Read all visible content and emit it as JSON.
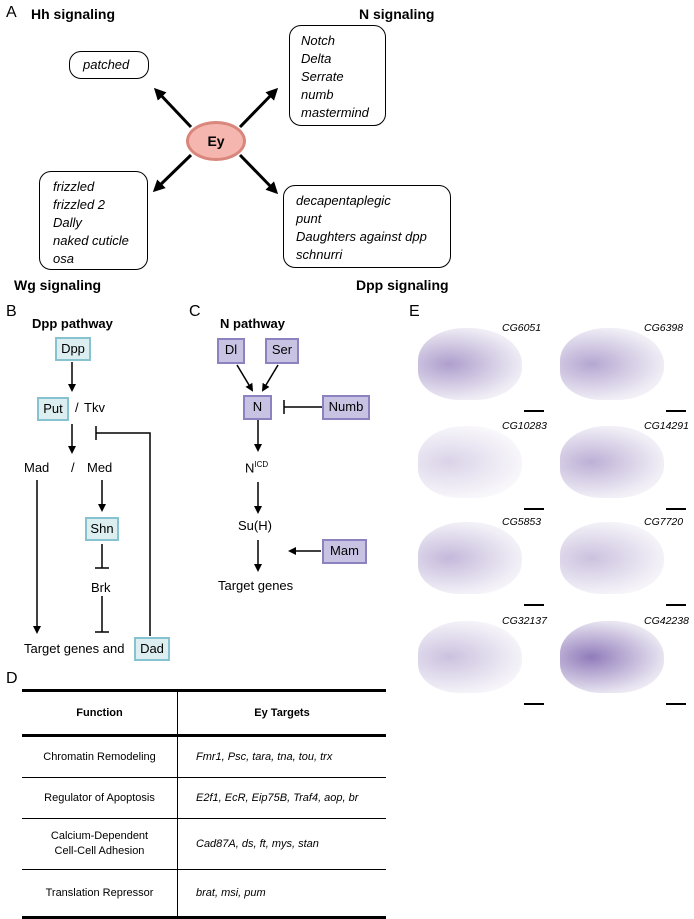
{
  "panel_a": {
    "letter": "A",
    "center_node": "Ey",
    "hh": {
      "title": "Hh signaling",
      "genes": [
        "patched"
      ]
    },
    "n": {
      "title": "N signaling",
      "genes": [
        "Notch",
        "Delta",
        "Serrate",
        "numb",
        "mastermind"
      ]
    },
    "wg": {
      "title": "Wg signaling",
      "genes": [
        "frizzled",
        "frizzled 2",
        "Dally",
        "naked cuticle",
        "osa"
      ]
    },
    "dpp": {
      "title": "Dpp signaling",
      "genes": [
        "decapentaplegic",
        "punt",
        "Daughters against dpp",
        "schnurri"
      ]
    }
  },
  "panel_b": {
    "letter": "B",
    "title": "Dpp pathway",
    "dpp": "Dpp",
    "put": "Put",
    "slash1": "/",
    "tkv": "Tkv",
    "mad": "Mad",
    "slash2": "/",
    "med": "Med",
    "shn": "Shn",
    "brk": "Brk",
    "target": "Target genes and",
    "dad": "Dad"
  },
  "panel_c": {
    "letter": "C",
    "title": "N pathway",
    "dl": "Dl",
    "ser": "Ser",
    "n": "N",
    "numb": "Numb",
    "nicd_base": "N",
    "nicd_sup": "ICD",
    "suh": "Su(H)",
    "mam": "Mam",
    "target": "Target genes"
  },
  "panel_d": {
    "letter": "D",
    "headers": {
      "function": "Function",
      "targets": "Ey Targets"
    },
    "rows": [
      {
        "function": "Chromatin Remodeling",
        "targets": "Fmr1, Psc, tara, tna, tou, trx"
      },
      {
        "function": "Regulator of Apoptosis",
        "targets": "E2f1, EcR, Eip75B, Traf4, aop, br"
      },
      {
        "function": "Calcium-Dependent\nCell-Cell Adhesion",
        "targets": "Cad87A, ds, ft, mys, stan"
      },
      {
        "function": "Translation Repressor",
        "targets": "brat, msi, pum"
      }
    ]
  },
  "panel_e": {
    "letter": "E",
    "images": [
      "CG6051",
      "CG6398",
      "CG10283",
      "CG14291",
      "CG5853",
      "CG7720",
      "CG32137",
      "CG42238"
    ]
  },
  "colors": {
    "ey_fill": "#f4b6ae",
    "ey_stroke": "#d9867c",
    "blue_fill": "#ddeef0",
    "blue_border": "#86c2d0",
    "purple_fill": "#c9c3e3",
    "purple_border": "#8c82bf",
    "stain": "#6b4fa3"
  }
}
